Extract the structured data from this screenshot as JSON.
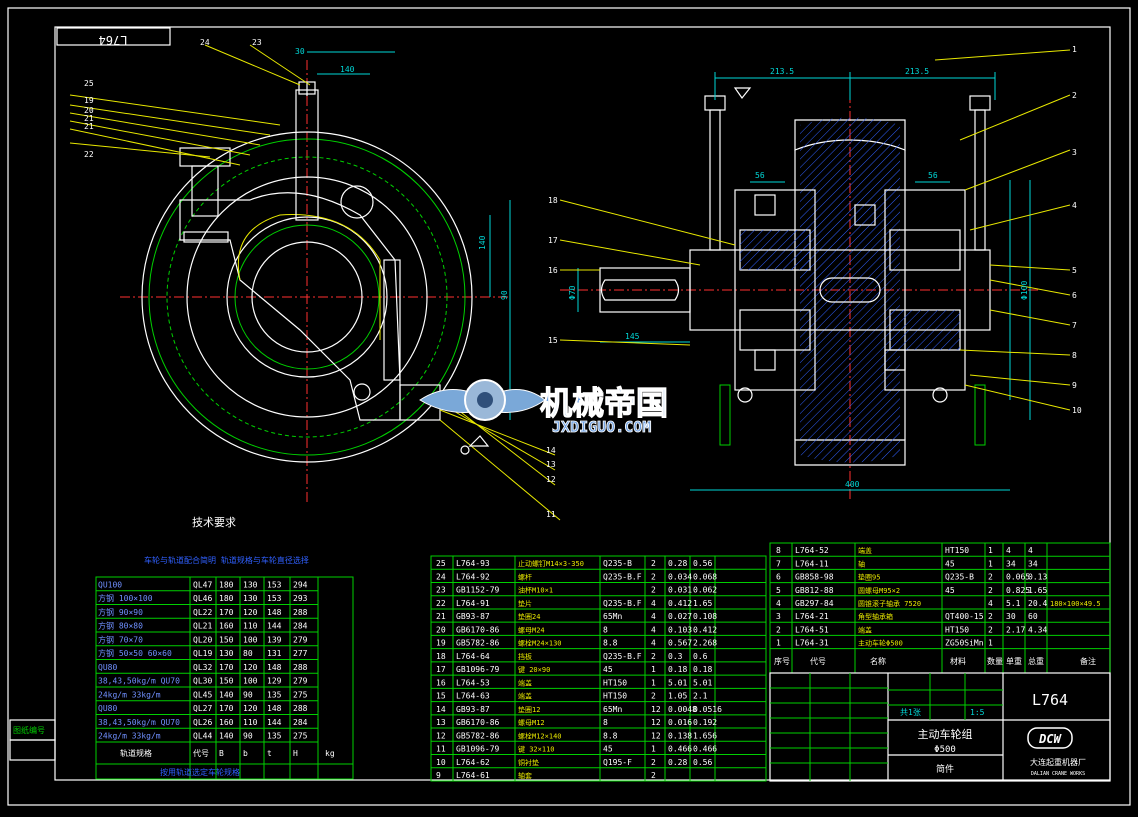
{
  "sheet": {
    "drawing_no_top": "L764",
    "drawing_no": "L764",
    "title_cn": "主动车轮组",
    "title_size": "Φ500",
    "title_note": "简件",
    "scale": "1:5",
    "sheet_label": "共1张",
    "company_cn": "大连起重机器厂",
    "company_en": "DALIAN CRANE WORKS",
    "company_logo": "DCW",
    "tech_req": "技术要求",
    "watermark_cn": "机械帝国",
    "watermark_url": "JXDIGUO.COM",
    "stamp_label": "图纸编号"
  },
  "left_view": {
    "callouts": [
      "24",
      "23",
      "25",
      "19",
      "20",
      "21",
      "22",
      "14",
      "13",
      "12",
      "11"
    ],
    "dims": [
      "30",
      "140",
      "140",
      "90"
    ]
  },
  "right_view": {
    "callouts": [
      "1",
      "2",
      "3",
      "4",
      "5",
      "6",
      "7",
      "8",
      "9",
      "10",
      "18",
      "17",
      "16",
      "15"
    ],
    "dims": [
      "213.5",
      "213.5",
      "56",
      "56",
      "400",
      "145",
      "Φ70",
      "Φ100"
    ]
  },
  "left_table": {
    "title": "车轮与轨道配合简明  轨道规格与车轮直径选择",
    "rows": [
      [
        "QU100",
        "QL47",
        "180",
        "130",
        "153",
        "294"
      ],
      [
        "方钢 100×100",
        "QL46",
        "180",
        "130",
        "153",
        "293"
      ],
      [
        "方钢 90×90",
        "QL22",
        "170",
        "120",
        "148",
        "288"
      ],
      [
        "方钢 80×80",
        "QL21",
        "160",
        "110",
        "144",
        "284"
      ],
      [
        "方钢 70×70",
        "QL20",
        "150",
        "100",
        "139",
        "279"
      ],
      [
        "方钢 50×50 60×60",
        "QL19",
        "130",
        "80",
        "131",
        "277"
      ],
      [
        "QU80",
        "QL32",
        "170",
        "120",
        "148",
        "288"
      ],
      [
        "38,43,50kg/m QU70",
        "QL30",
        "150",
        "100",
        "129",
        "279"
      ],
      [
        "24kg/m 33kg/m",
        "QL45",
        "140",
        "90",
        "135",
        "275"
      ],
      [
        "QU80",
        "QL27",
        "170",
        "120",
        "148",
        "288"
      ],
      [
        "38,43,50kg/m QU70",
        "QL26",
        "160",
        "110",
        "144",
        "284"
      ],
      [
        "24kg/m 33kg/m",
        "QL44",
        "140",
        "90",
        "135",
        "275"
      ]
    ],
    "footer_header": [
      "轨道规格",
      "代号",
      "B",
      "b",
      "t",
      "H",
      "kg"
    ],
    "footer_note": "按用轨道选定车轮规格"
  },
  "bom_mid": [
    [
      "25",
      "L764-93",
      "止动螺钉M14×3-350",
      "Q235-B",
      "2",
      "0.28",
      "0.56"
    ],
    [
      "24",
      "L764-92",
      "螺杆",
      "Q235-B.F",
      "2",
      "0.034",
      "0.068"
    ],
    [
      "23",
      "GB1152-79",
      "油杯M10×1",
      "",
      "2",
      "0.031",
      "0.062"
    ],
    [
      "22",
      "L764-91",
      "垫片",
      "Q235-B.F",
      "4",
      "0.412",
      "1.65"
    ],
    [
      "21",
      "GB93-87",
      "垫圈24",
      "65Mn",
      "4",
      "0.027",
      "0.108"
    ],
    [
      "20",
      "GB6170-86",
      "螺母M24",
      "8",
      "4",
      "0.103",
      "0.412"
    ],
    [
      "19",
      "GB5782-86",
      "螺栓M24×130",
      "8.8",
      "4",
      "0.567",
      "2.268"
    ],
    [
      "18",
      "L764-64",
      "挡板",
      "Q235-B.F",
      "2",
      "0.3",
      "0.6"
    ],
    [
      "17",
      "GB1096-79",
      "键 20×90",
      "45",
      "1",
      "0.18",
      "0.18"
    ],
    [
      "16",
      "L764-53",
      "端盖",
      "HT150",
      "1",
      "5.01",
      "5.01"
    ],
    [
      "15",
      "L764-63",
      "端盖",
      "HT150",
      "2",
      "1.05",
      "2.1"
    ],
    [
      "14",
      "GB93-87",
      "垫圈12",
      "65Mn",
      "12",
      "0.0048",
      "0.0516"
    ],
    [
      "13",
      "GB6170-86",
      "螺母M12",
      "8",
      "12",
      "0.016",
      "0.192"
    ],
    [
      "12",
      "GB5782-86",
      "螺栓M12×140",
      "8.8",
      "12",
      "0.138",
      "1.656"
    ],
    [
      "11",
      "GB1096-79",
      "键 32×110",
      "45",
      "1",
      "0.466",
      "0.466"
    ],
    [
      "10",
      "L764-62",
      "铜衬垫",
      "Q195-F",
      "2",
      "0.28",
      "0.56"
    ],
    [
      "9",
      "L764-61",
      "轴套",
      "",
      "2",
      "",
      ""
    ]
  ],
  "bom_right": [
    [
      "8",
      "L764-52",
      "端盖",
      "HT150",
      "1",
      "4",
      "4"
    ],
    [
      "7",
      "L764-11",
      "轴",
      "45",
      "1",
      "34",
      "34"
    ],
    [
      "6",
      "GB858-98",
      "垫圈95",
      "Q235-B",
      "2",
      "0.065",
      "0.13"
    ],
    [
      "5",
      "GB812-88",
      "圆螺母M95×2",
      "45",
      "2",
      "0.825",
      "1.65"
    ],
    [
      "4",
      "GB297-84",
      "圆锥滚子轴承 7520",
      "",
      "4",
      "5.1",
      "20.4"
    ],
    [
      "3",
      "L764-21",
      "角型轴承箱",
      "QT400-15",
      "2",
      "30",
      "60"
    ],
    [
      "2",
      "L764-51",
      "端盖",
      "HT150",
      "2",
      "2.17",
      "4.34"
    ],
    [
      "1",
      "L764-31",
      "主动车轮Φ500",
      "ZG50SiMn",
      "1",
      "",
      ""
    ]
  ],
  "bom_header": [
    "序号",
    "代号",
    "名称",
    "材料",
    "数量",
    "单重",
    "总重",
    "备注"
  ],
  "bom_note": "180×100×49.5"
}
